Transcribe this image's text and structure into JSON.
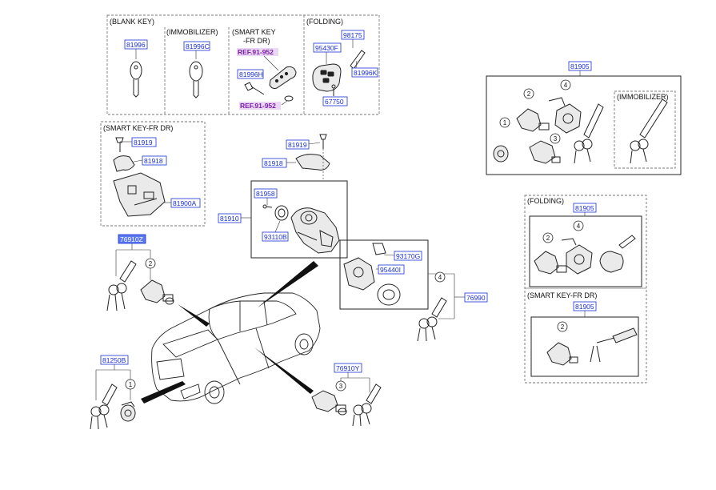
{
  "sections": {
    "blank_key": "(BLANK KEY)",
    "immobilizer": "(IMMOBILIZER)",
    "smart_key_line1": "(SMART KEY",
    "smart_key_line2": "-FR DR)",
    "folding": "(FOLDING)",
    "smart_key_fr_dr": "(SMART KEY-FR DR)",
    "immobilizer_right": "(IMMOBILIZER)",
    "folding_right": "(FOLDING)",
    "smart_key_fr_dr_right": "(SMART KEY-FR DR)"
  },
  "parts": {
    "p81996": "81996",
    "p81996c": "81996C",
    "ref1": "REF.91-952",
    "p81996h": "81996H",
    "ref2": "REF.91-952",
    "p95430f": "95430F",
    "p98175": "98175",
    "p81996k": "81996K",
    "p67750": "67750",
    "p81905_a": "81905",
    "p81919_a": "81919",
    "p81918_a": "81918",
    "p81900a": "81900A",
    "p81919_b": "81919",
    "p81918_b": "81918",
    "p81958": "81958",
    "p81910": "81910",
    "p93110b": "93110B",
    "p76910z": "76910Z",
    "p93170g": "93170G",
    "p95440i": "95440I",
    "p76990": "76990",
    "p81905_b": "81905",
    "p81905_c": "81905",
    "p81250b": "81250B",
    "p76910y": "76910Y"
  },
  "callouts": {
    "c1": "1",
    "c2": "2",
    "c3": "3",
    "c4": "4"
  },
  "colors": {
    "part_number": "#1a2fd6",
    "reference": "#7a1fa8",
    "highlight": "#5a78f0"
  }
}
